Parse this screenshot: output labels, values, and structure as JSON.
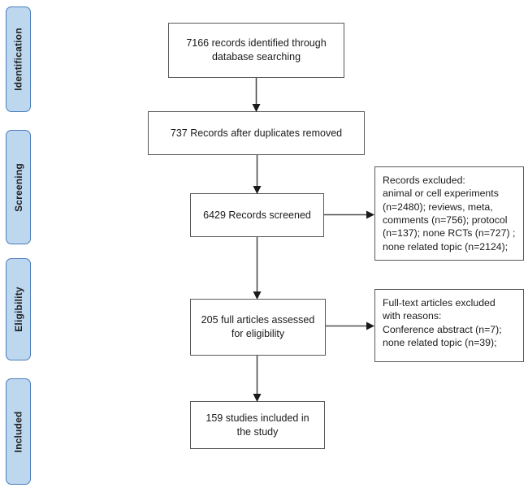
{
  "diagram": {
    "title": "PRISMA study selection flow diagram",
    "colors": {
      "stage_fill": "#bdd7ee",
      "stage_border": "#4a7ebb",
      "box_border": "#595959",
      "connector": "#4d4d4d",
      "background": "#ffffff"
    },
    "stages": [
      {
        "id": "identification",
        "label": "Identification"
      },
      {
        "id": "screening",
        "label": "Screening"
      },
      {
        "id": "eligibility",
        "label": "Eligibility"
      },
      {
        "id": "included",
        "label": "Included"
      }
    ],
    "boxes": [
      {
        "id": "records-identified",
        "text": "7166 records identified through\ndatabase searching"
      },
      {
        "id": "records-after-duplicates",
        "text": "737 Records after duplicates removed"
      },
      {
        "id": "records-screened",
        "text": "6429 Records screened"
      },
      {
        "id": "records-excluded",
        "text": "Records excluded:\nanimal or cell experiments\n(n=2480); reviews, meta,\ncomments (n=756); protocol\n(n=137); none RCTs (n=727) ;\nnone related topic (n=2124);"
      },
      {
        "id": "full-articles-assessed",
        "text": "205 full articles assessed\nfor eligibility"
      },
      {
        "id": "full-text-excluded",
        "text": "Full-text articles excluded\nwith reasons:\nConference abstract (n=7);\nnone related topic (n=39);"
      },
      {
        "id": "studies-included",
        "text": "159 studies included in\nthe study"
      }
    ]
  }
}
